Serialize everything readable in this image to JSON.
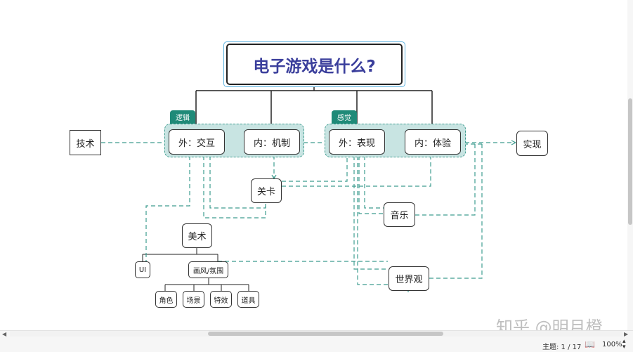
{
  "title": "电子游戏是什么?",
  "badges": {
    "logic": "逻辑",
    "feel": "感觉"
  },
  "nodes": {
    "tech": "技术",
    "realize": "实现",
    "outer_interact": "外：交互",
    "inner_mechanism": "内：机制",
    "outer_present": "外：表现",
    "inner_experience": "内：体验",
    "level": "关卡",
    "music": "音乐",
    "art": "美术",
    "worldview": "世界观",
    "ui": "UI",
    "style": "画风/氛围",
    "character": "角色",
    "scene": "场景",
    "effects": "特效",
    "props": "道具"
  },
  "colors": {
    "title_text": "#3b3f9c",
    "group_fill": "#c8e4e2",
    "group_border": "#3e9c8f",
    "badge": "#1f8a78",
    "dashed_link": "#3e9c8f"
  },
  "watermark": "知乎 @明月橙",
  "status": {
    "topic": "主题: 1 / 17",
    "zoom": "100%"
  },
  "icons": {
    "book": "book-icon",
    "zoom_toggle": "zoom-toggle-icon"
  }
}
